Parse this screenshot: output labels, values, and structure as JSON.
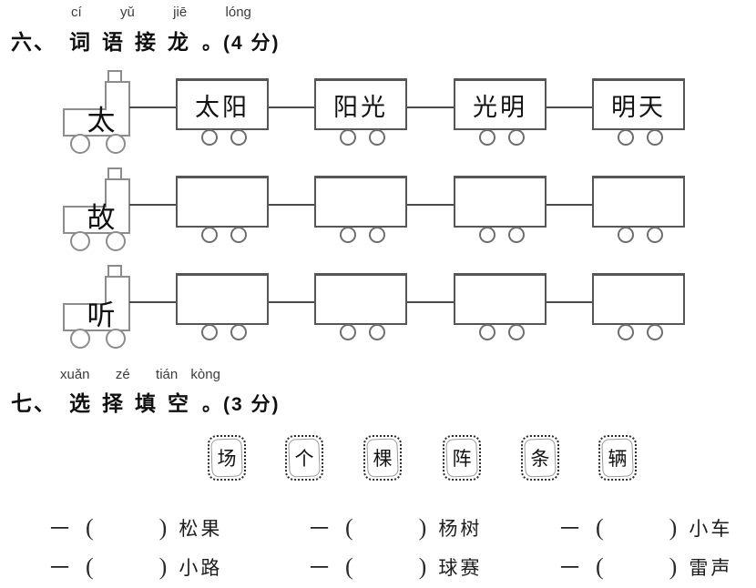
{
  "section6": {
    "pinyin": "cí  yǔ  jiē  lóng",
    "number": "六、",
    "title": "词语接龙",
    "score": "。(4 分)",
    "trains": [
      {
        "engine": "太",
        "cars": [
          "太阳",
          "阳光",
          "光明",
          "明天"
        ]
      },
      {
        "engine": "故",
        "cars": [
          "",
          "",
          "",
          ""
        ]
      },
      {
        "engine": "听",
        "cars": [
          "",
          "",
          "",
          ""
        ]
      }
    ]
  },
  "section7": {
    "pinyin": "xuǎn  zé  tián kòng",
    "number": "七、",
    "title": "选择填空",
    "score": "。(3 分)",
    "measure_words": [
      "场",
      "个",
      "棵",
      "阵",
      "条",
      "辆"
    ],
    "blanks": [
      {
        "prefix": "一",
        "open": "(",
        "close": ")",
        "noun": "松果"
      },
      {
        "prefix": "一",
        "open": "(",
        "close": ")",
        "noun": "杨树"
      },
      {
        "prefix": "一",
        "open": "(",
        "close": ")",
        "noun": "小车"
      },
      {
        "prefix": "一",
        "open": "(",
        "close": ")",
        "noun": "小路"
      },
      {
        "prefix": "一",
        "open": "(",
        "close": ")",
        "noun": "球赛"
      },
      {
        "prefix": "一",
        "open": "(",
        "close": ")",
        "noun": "雷声"
      }
    ]
  }
}
